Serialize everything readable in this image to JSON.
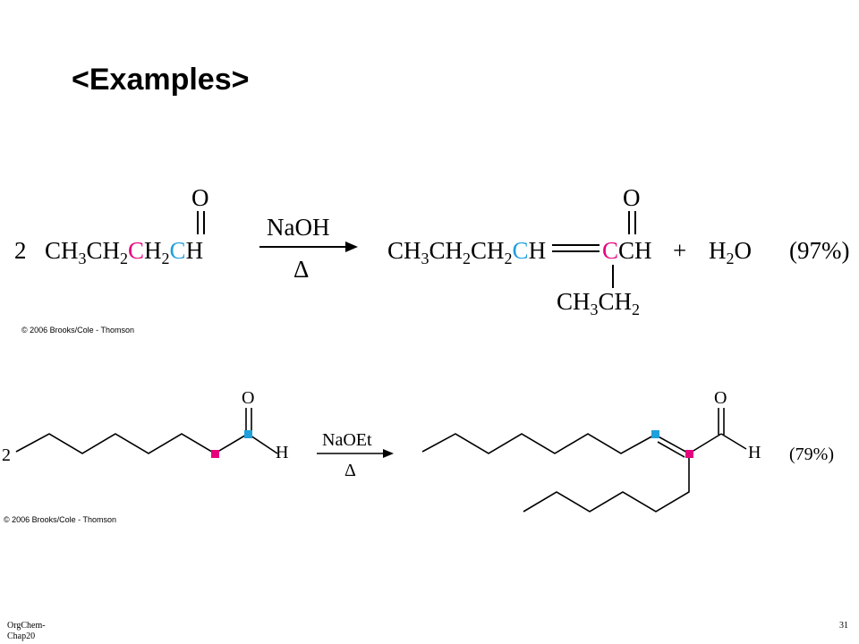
{
  "title": "<Examples>",
  "reaction1": {
    "coefficient": "2",
    "reagent": "NaOH",
    "condition": "Δ",
    "carbonyl_o": "O",
    "plus": "+",
    "yield": "(97%)",
    "copyright": "© 2006 Brooks/Cole - Thomson"
  },
  "reaction2": {
    "coefficient": "2",
    "reagent": "NaOEt",
    "condition": "Δ",
    "carbonyl_o": "O",
    "aldehyde_h": "H",
    "yield": "(79%)",
    "copyright": "© 2006 Brooks/Cole - Thomson"
  },
  "colors": {
    "alpha_carbon": "#e6007e",
    "carbonyl_carbon": "#1fa0dc"
  },
  "footer": {
    "left_line1": "OrgChem-",
    "left_line2": "Chap20",
    "page_number": "31"
  }
}
